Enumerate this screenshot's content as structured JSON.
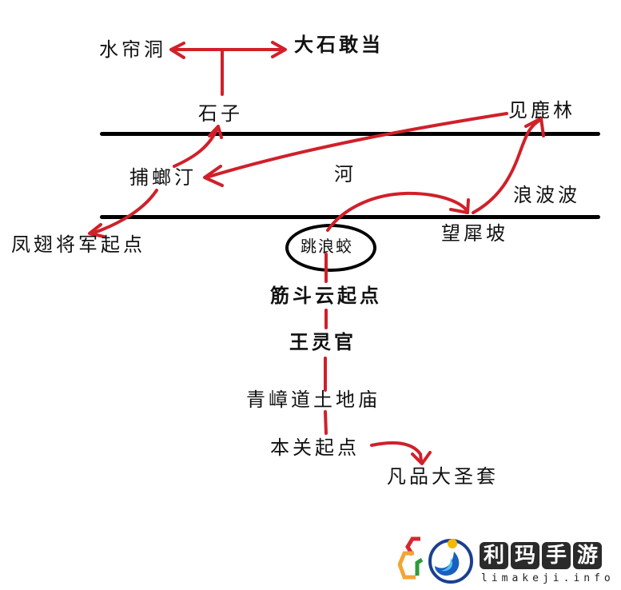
{
  "diagram": {
    "river_label": "河",
    "colors": {
      "arrow": "#d0202a",
      "line": "#000000",
      "text": "#111111"
    },
    "nodes": {
      "shuiliandong": "水帘洞",
      "dashigandang": "大石敢当",
      "shizi": "石子",
      "jianlulin": "见鹿林",
      "bulangting": "捕螂汀",
      "langbobo": "浪波波",
      "fengchi_start": "凤翅将军起点",
      "wangxipo": "望犀坡",
      "tiaolangjiao": "跳浪蛟",
      "jindouyun_start": "筋斗云起点",
      "wanglingguan": "王灵官",
      "qingzhangdao_tudimiao": "青嶂道土地庙",
      "benguan_start": "本关起点",
      "fanpin_dashengtao": "凡品大圣套"
    },
    "edges": [
      {
        "from": "本关起点",
        "to": "凡品大圣套"
      },
      {
        "from": "本关起点",
        "to": "青嶂道土地庙"
      },
      {
        "from": "青嶂道土地庙",
        "to": "王灵官"
      },
      {
        "from": "王灵官",
        "to": "筋斗云起点"
      },
      {
        "from": "筋斗云起点",
        "to": "跳浪蛟"
      },
      {
        "from": "跳浪蛟",
        "to": "望犀坡"
      },
      {
        "from": "望犀坡",
        "to": "见鹿林"
      },
      {
        "from": "见鹿林",
        "to": "捕螂汀"
      },
      {
        "from": "捕螂汀",
        "to": "凤翅将军起点"
      },
      {
        "from": "捕螂汀",
        "to": "石子"
      },
      {
        "from": "石子",
        "to": "水帘洞"
      },
      {
        "from": "石子",
        "to": "大石敢当"
      }
    ]
  },
  "watermark": {
    "chars": [
      "利",
      "玛",
      "手",
      "游"
    ],
    "url": "limakeji.info",
    "colors": {
      "blue": "#1a3f8f",
      "yellow": "#f5b800",
      "red": "#d8262e",
      "orange": "#f3a533",
      "green": "#2e9a3a",
      "cyan": "#4fc3f0"
    }
  }
}
